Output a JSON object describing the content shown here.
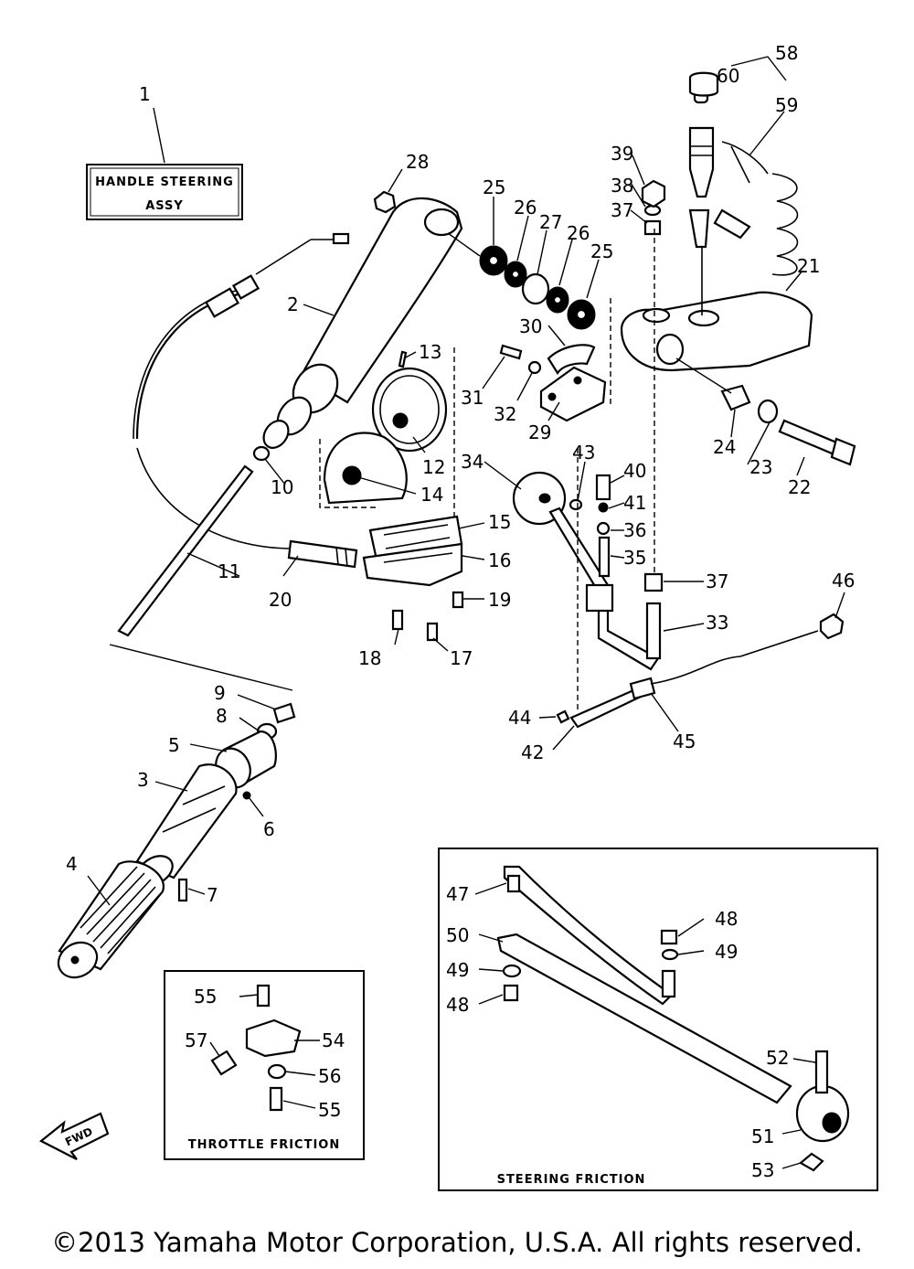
{
  "title_box": {
    "line1": "HANDLE STEERING",
    "line2": "ASSY"
  },
  "throttle_box": {
    "title": "THROTTLE FRICTION"
  },
  "steering_box": {
    "title": "STEERING FRICTION"
  },
  "fwd_label": "FWD",
  "copyright": "©2013 Yamaha Motor Corporation, U.S.A. All rights reserved.",
  "callouts": [
    "1",
    "2",
    "3",
    "4",
    "5",
    "6",
    "7",
    "8",
    "9",
    "10",
    "11",
    "12",
    "13",
    "14",
    "15",
    "16",
    "17",
    "18",
    "19",
    "20",
    "21",
    "22",
    "23",
    "24",
    "25",
    "25",
    "26",
    "26",
    "27",
    "28",
    "29",
    "30",
    "31",
    "32",
    "33",
    "34",
    "35",
    "36",
    "37",
    "37",
    "38",
    "39",
    "40",
    "41",
    "42",
    "43",
    "44",
    "45",
    "46",
    "47",
    "48",
    "48",
    "49",
    "49",
    "50",
    "51",
    "52",
    "53",
    "54",
    "55",
    "55",
    "56",
    "57",
    "58",
    "59",
    "60"
  ]
}
